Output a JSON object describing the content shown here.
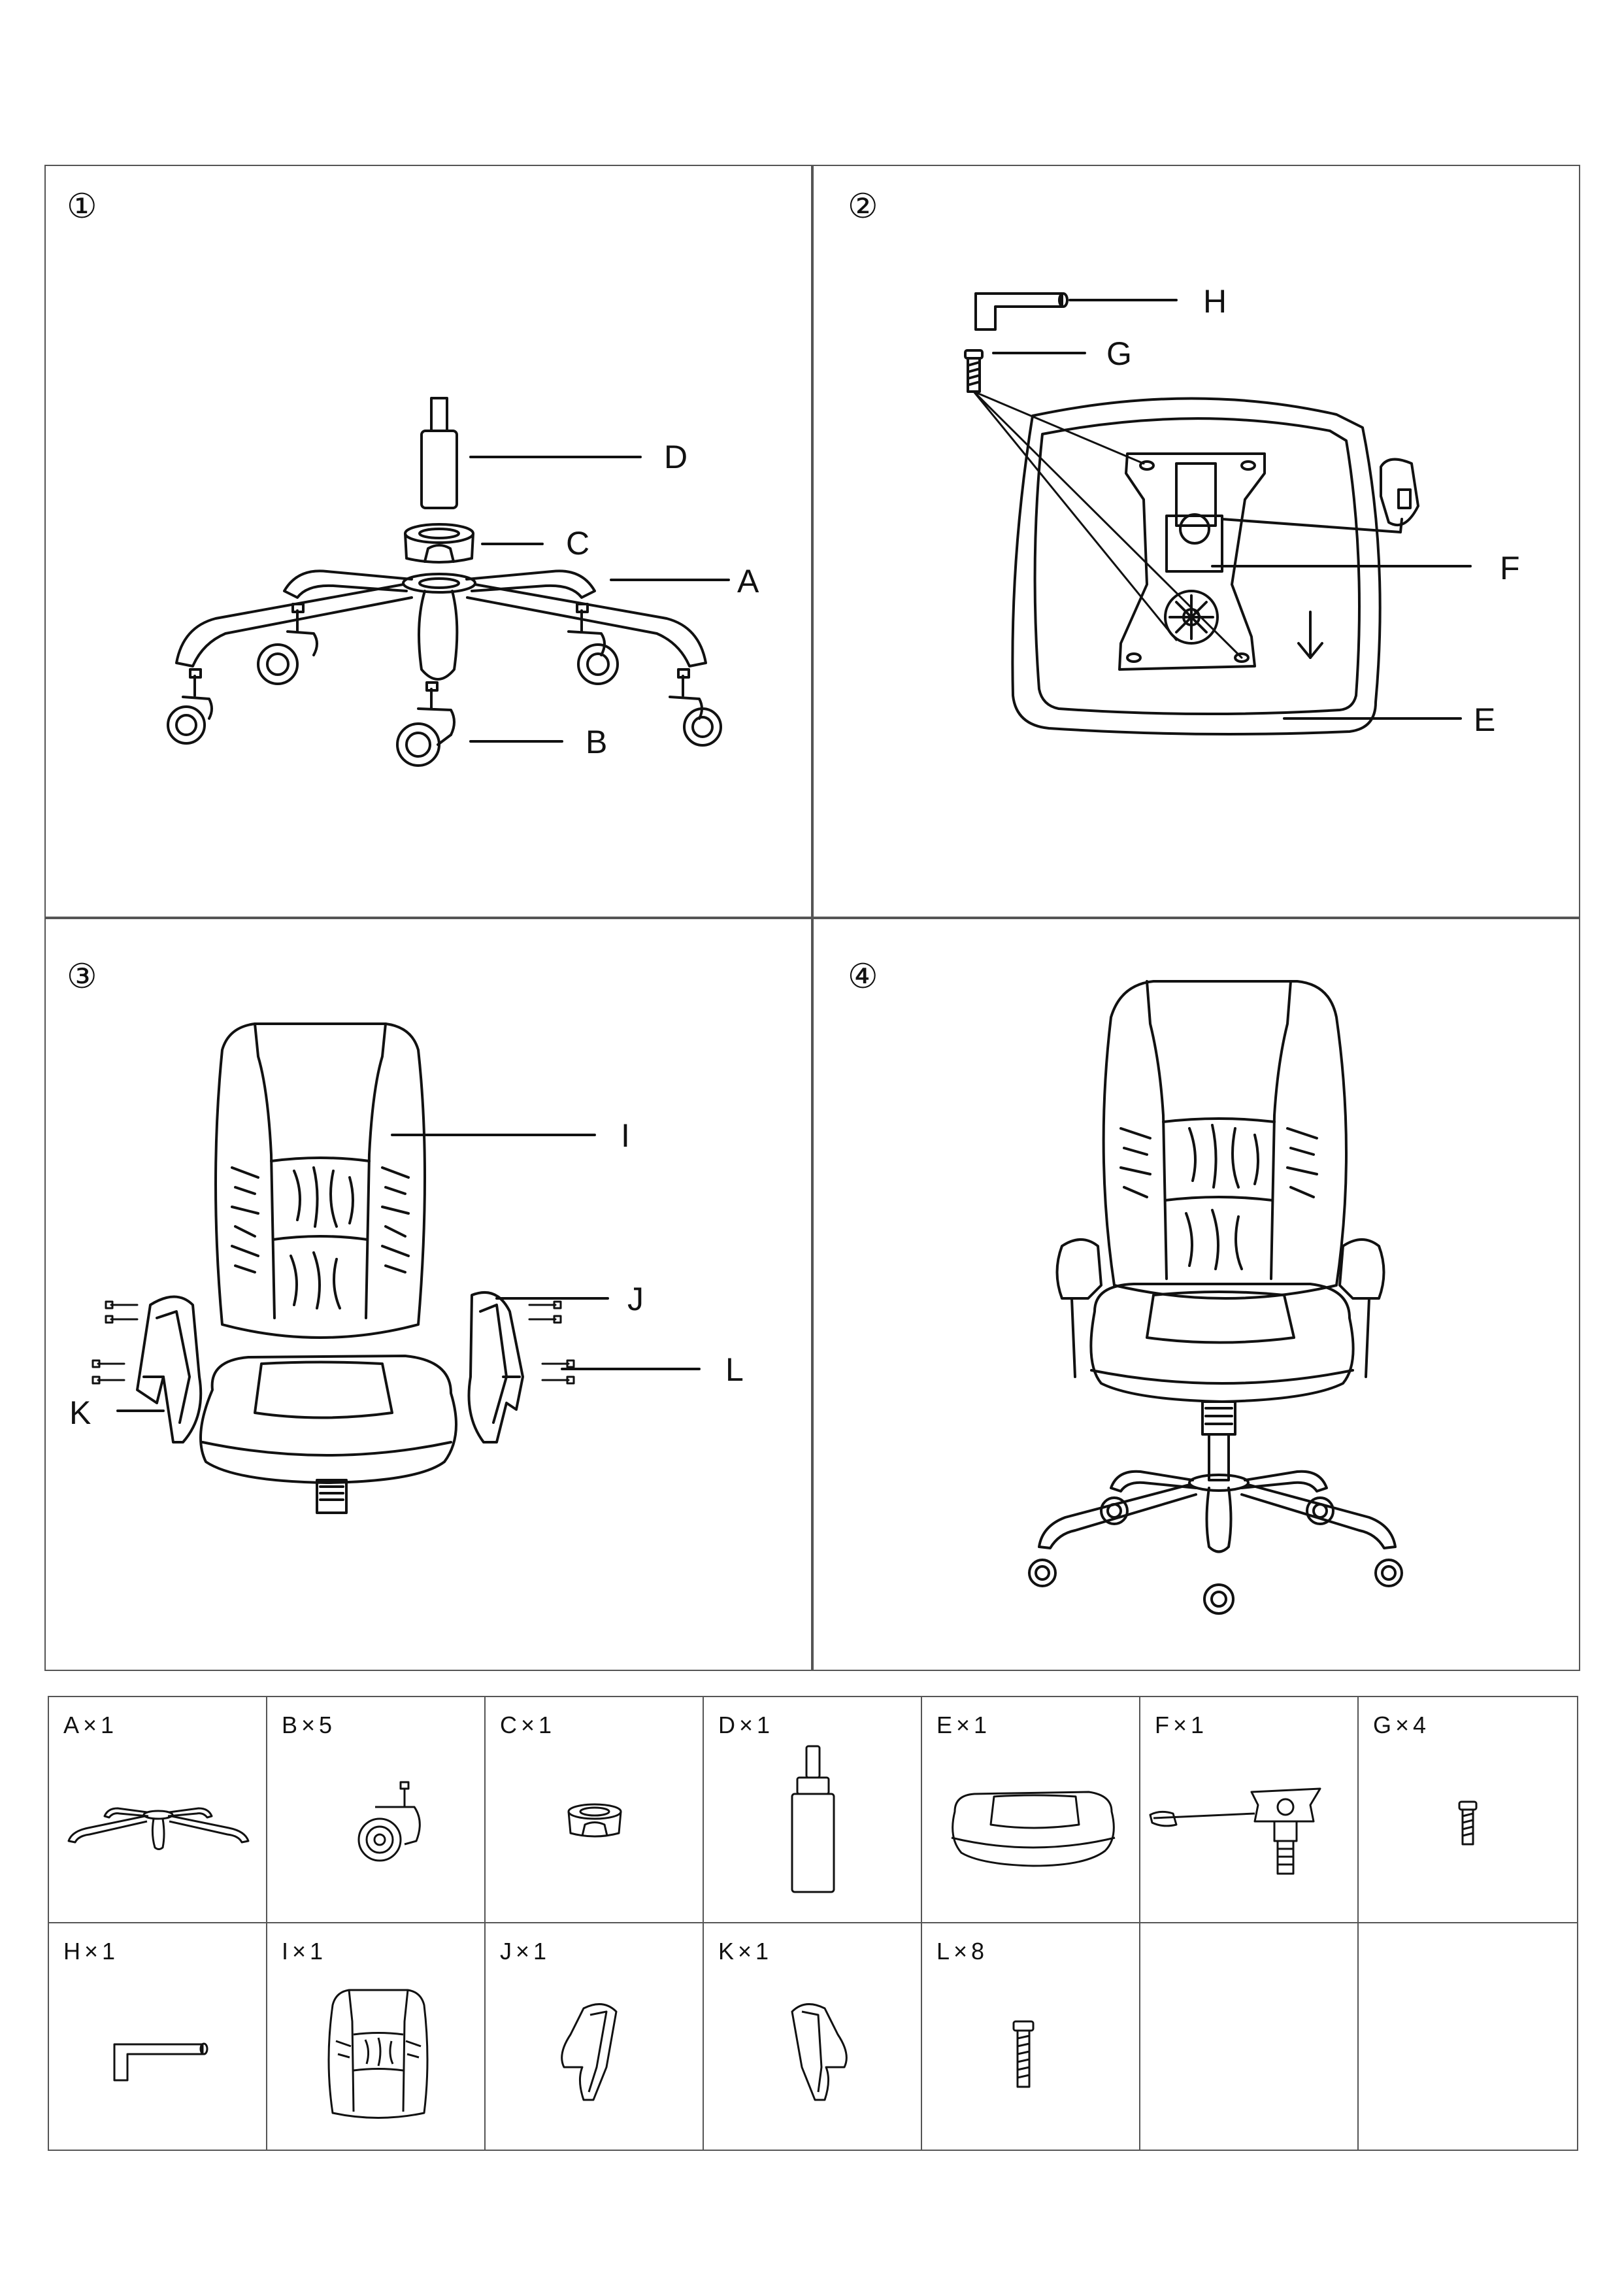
{
  "steps": [
    {
      "number": "①",
      "labels": {
        "D": "D",
        "C": "C",
        "A": "A",
        "B": "B"
      }
    },
    {
      "number": "②",
      "labels": {
        "H": "H",
        "G": "G",
        "F": "F",
        "E": "E"
      }
    },
    {
      "number": "③",
      "labels": {
        "I": "I",
        "J": "J",
        "L": "L",
        "K": "K"
      }
    },
    {
      "number": "④"
    }
  ],
  "parts": [
    {
      "label": "A×1",
      "icon": "chair-base-icon"
    },
    {
      "label": "B×5",
      "icon": "caster-icon"
    },
    {
      "label": "C×1",
      "icon": "gas-lift-cover-icon"
    },
    {
      "label": "D×1",
      "icon": "gas-cylinder-icon"
    },
    {
      "label": "E×1",
      "icon": "seat-icon"
    },
    {
      "label": "F×1",
      "icon": "mechanism-icon"
    },
    {
      "label": "G×4",
      "icon": "short-bolt-icon"
    },
    {
      "label": "H×1",
      "icon": "allen-key-icon"
    },
    {
      "label": "I×1",
      "icon": "backrest-icon"
    },
    {
      "label": "J×1",
      "icon": "right-armrest-icon"
    },
    {
      "label": "K×1",
      "icon": "left-armrest-icon"
    },
    {
      "label": "L×8",
      "icon": "long-bolt-icon"
    },
    {
      "label": "",
      "icon": ""
    },
    {
      "label": "",
      "icon": ""
    }
  ]
}
